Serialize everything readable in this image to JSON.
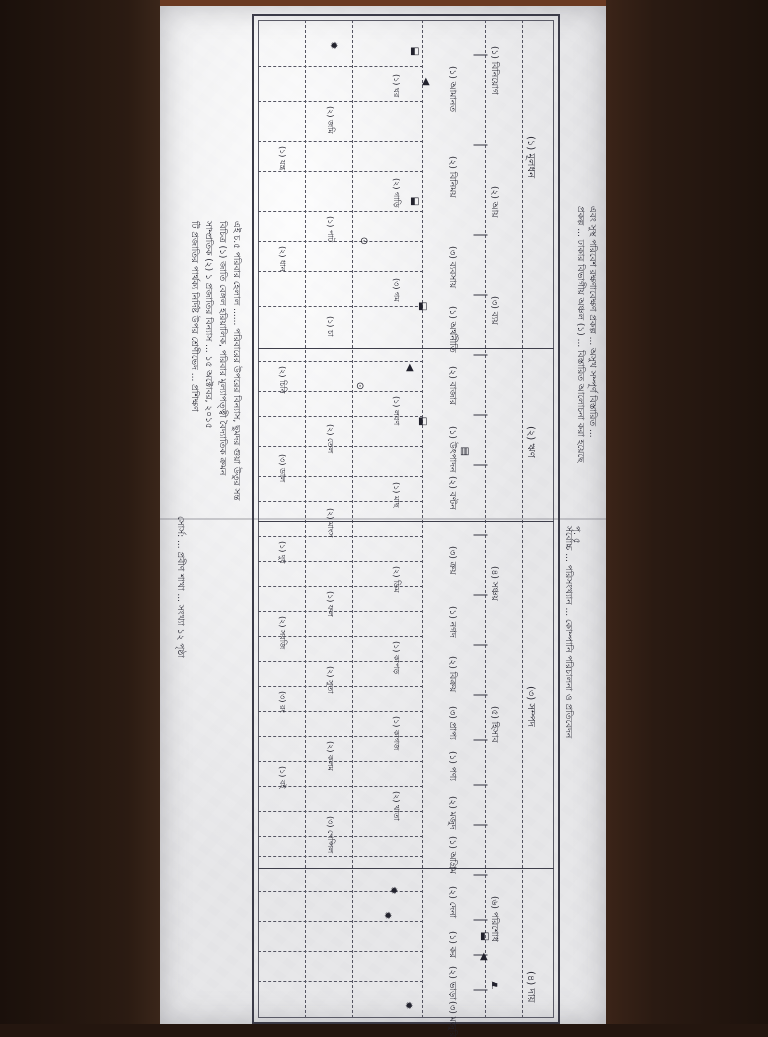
{
  "document": {
    "left_note_lines": [
      "এই চ.৫ পরিবার হেলাল ...... পরিবারের উপরের বিন্যাস, ছুমদর গুয়া উতুর সন্ত",
      "বিচিত্র (১) জাতি বেঙ্গল হরিয়ালিক, পরিবার মূল্যাপত্ত্বী বৈদ্যাতিক ক্রমন",
      "সাম্প্রতিক (২) ১ প্রজাতির বিন্যাস ... ১৫ অক্টোবর, ২০১৫",
      "টি প্রজাতির পার্থক্য নির্দিষ্ট উপর শ্রেণীভেদ ... প্রশিক্ষণ",
      "সোর্স: ... প্রবীণ শাখা ... সংখ্যা ১২ পৃষ্ঠা"
    ],
    "header_lines": [
      "এবং সুস্থ পরিবেশ রক্ষণাবেক্ষণ প্রকল্প ... অসুখ সম্পূর্ণ বিস্তারিত ...",
      "প্রকল্প ... ঢাকার বিভাগীয় অঞ্চল (১) ... বিস্তারিত আলোচনা করা হয়েছে",
      "সর্বোচ্চ ... পরিসংখ্যান ... কোম্পানি পরিচালনা ও প্রতিবেদন"
    ],
    "root_labels": [
      "(১) মূলধন",
      "(২) ঋণ",
      "(৩) সম্পদ",
      "(৪) দায়"
    ],
    "level2_labels": [
      "(১) বিনিয়োগ",
      "(২) আয়",
      "(৩) ব্যয়",
      "(৪) সঞ্চয়",
      "(৫) হিসাব",
      "(৬) পরিশোধ"
    ],
    "level3_labels": [
      "(১) আমানত",
      "(২) বিনিময়",
      "(৩) ব্যবসায়",
      "(১) অর্থনীতি",
      "(২) বাজার",
      "(১) উৎপাদন",
      "(২) বণ্টন",
      "(৩) ক্রয়",
      "(১) নগদ",
      "(২) বিক্রয়",
      "(৩) প্রাপ্য",
      "(১) পণ্য",
      "(২) মজুদ",
      "(১) অগ্রিম",
      "(২) দেনা",
      "(১) কর",
      "(২) ভাড়া",
      "(৩) মজুরি"
    ],
    "leaf_labels": [
      "(১) ঘর",
      "(২) জমি",
      "(১) যন্ত্র",
      "(২) গাড়ি",
      "(১) পাট",
      "(২) ধান",
      "(৩) গম",
      "(১) চা",
      "(২) চিনি",
      "(১) লবণ",
      "(২) তেল",
      "(৩) ডাল",
      "(১) মাছ",
      "(২) মাংস",
      "(১) দুধ",
      "(২) ডিম",
      "(১) ফল",
      "(২) সবজি",
      "(১) কাপড়",
      "(২) সুতা",
      "(৩) রং",
      "(১) কাগজ",
      "(২) কলম",
      "(১) বই",
      "(২) খাতা",
      "(৩) পেন্সিল"
    ],
    "page_tag": "পৃ. ৫"
  }
}
